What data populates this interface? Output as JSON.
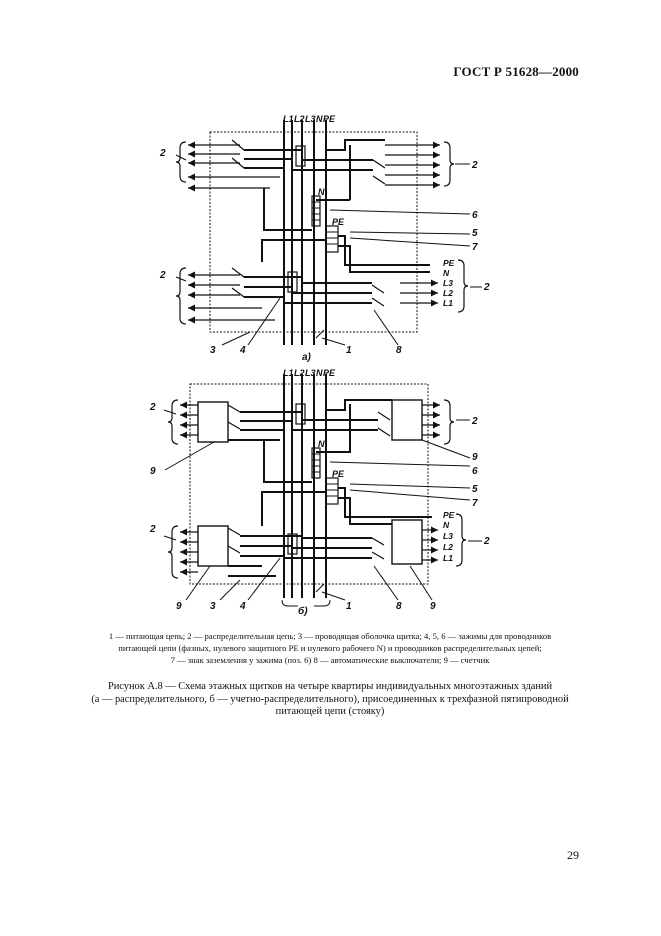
{
  "header": {
    "standard": "ГОСТ Р 51628—2000"
  },
  "diagram": {
    "bus_labels": [
      "L1",
      "L2",
      "L3",
      "N",
      "PE"
    ],
    "sub_a": "а)",
    "sub_b": "б)",
    "n_label": "N",
    "pe_label": "PE",
    "out_labels": [
      "PE",
      "N",
      "L3",
      "L2",
      "L1"
    ],
    "callouts": {
      "c1": "1",
      "c2": "2",
      "c3": "3",
      "c4": "4",
      "c5": "5",
      "c6": "6",
      "c7": "7",
      "c8": "8",
      "c9": "9"
    }
  },
  "legend": {
    "line1": "1 — питающая цепь; 2 — распределительная цепь; 3 — проводящая оболочка щитка; 4, 5, 6 — зажимы для проводников",
    "line2": "питающей цепи (фазных, нулевого защитного PE и нулевого рабочего N) и проводников распределительных цепей;",
    "line3": "7 — знак заземления у зажима (поз. 6) 8 — автоматические выключатели; 9 — счетчик"
  },
  "caption": {
    "line1": "Рисунок А.8 — Схема этажных щитков на четыре квартиры индивидуальных многоэтажных зданий",
    "line2": "(а — распределительного, б — учетно-распределительного), присоединенных к трехфазной пятипроводной",
    "line3": "питающей цепи (стояку)"
  },
  "page_number": "29"
}
